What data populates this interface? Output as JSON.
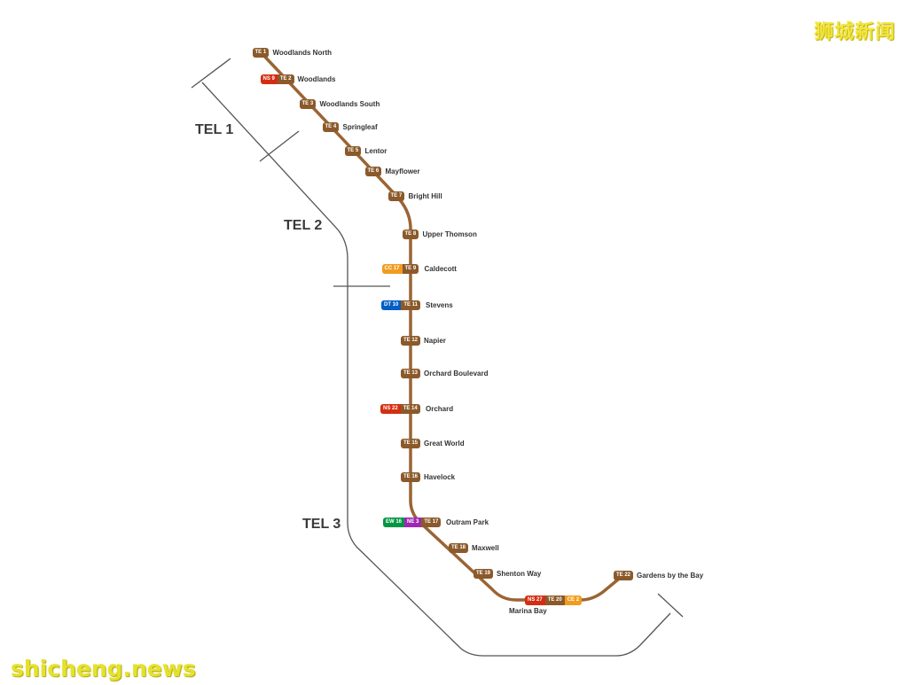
{
  "colors": {
    "TE": "#8b5a2b",
    "NS": "#d42e12",
    "CC": "#f29c1f",
    "DT": "#005ec4",
    "EW": "#009645",
    "NE": "#9e28b5",
    "CE": "#f29c1f",
    "line": "#9a6434",
    "boundary": "#555555"
  },
  "phases": [
    "TEL 1",
    "TEL 2",
    "TEL 3"
  ],
  "stations": [
    {
      "name": "Woodlands North",
      "codes": [
        {
          "line": "TE",
          "text": "TE 1"
        }
      ]
    },
    {
      "name": "Woodlands",
      "codes": [
        {
          "line": "NS",
          "text": "NS 9"
        },
        {
          "line": "TE",
          "text": "TE 2"
        }
      ]
    },
    {
      "name": "Woodlands South",
      "codes": [
        {
          "line": "TE",
          "text": "TE 3"
        }
      ]
    },
    {
      "name": "Springleaf",
      "codes": [
        {
          "line": "TE",
          "text": "TE 4"
        }
      ]
    },
    {
      "name": "Lentor",
      "codes": [
        {
          "line": "TE",
          "text": "TE 5"
        }
      ]
    },
    {
      "name": "Mayflower",
      "codes": [
        {
          "line": "TE",
          "text": "TE 6"
        }
      ]
    },
    {
      "name": "Bright Hill",
      "codes": [
        {
          "line": "TE",
          "text": "TE 7"
        }
      ]
    },
    {
      "name": "Upper Thomson",
      "codes": [
        {
          "line": "TE",
          "text": "TE 8"
        }
      ]
    },
    {
      "name": "Caldecott",
      "codes": [
        {
          "line": "CC",
          "text": "CC 17"
        },
        {
          "line": "TE",
          "text": "TE 9"
        }
      ]
    },
    {
      "name": "Stevens",
      "codes": [
        {
          "line": "DT",
          "text": "DT 10"
        },
        {
          "line": "TE",
          "text": "TE 11"
        }
      ]
    },
    {
      "name": "Napier",
      "codes": [
        {
          "line": "TE",
          "text": "TE 12"
        }
      ]
    },
    {
      "name": "Orchard Boulevard",
      "codes": [
        {
          "line": "TE",
          "text": "TE 13"
        }
      ]
    },
    {
      "name": "Orchard",
      "codes": [
        {
          "line": "NS",
          "text": "NS 22"
        },
        {
          "line": "TE",
          "text": "TE 14"
        }
      ]
    },
    {
      "name": "Great World",
      "codes": [
        {
          "line": "TE",
          "text": "TE 15"
        }
      ]
    },
    {
      "name": "Havelock",
      "codes": [
        {
          "line": "TE",
          "text": "TE 16"
        }
      ]
    },
    {
      "name": "Outram Park",
      "codes": [
        {
          "line": "EW",
          "text": "EW 16"
        },
        {
          "line": "NE",
          "text": "NE 3"
        },
        {
          "line": "TE",
          "text": "TE 17"
        }
      ]
    },
    {
      "name": "Maxwell",
      "codes": [
        {
          "line": "TE",
          "text": "TE 18"
        }
      ]
    },
    {
      "name": "Shenton Way",
      "codes": [
        {
          "line": "TE",
          "text": "TE 19"
        }
      ]
    },
    {
      "name": "Marina Bay",
      "codes": [
        {
          "line": "NS",
          "text": "NS 27"
        },
        {
          "line": "TE",
          "text": "TE 20"
        },
        {
          "line": "CE",
          "text": "CE 2"
        }
      ]
    },
    {
      "name": "Gardens by the Bay",
      "codes": [
        {
          "line": "TE",
          "text": "TE 22"
        }
      ]
    }
  ],
  "watermark": {
    "chinese": "狮城新闻",
    "site": "shicheng.news"
  }
}
